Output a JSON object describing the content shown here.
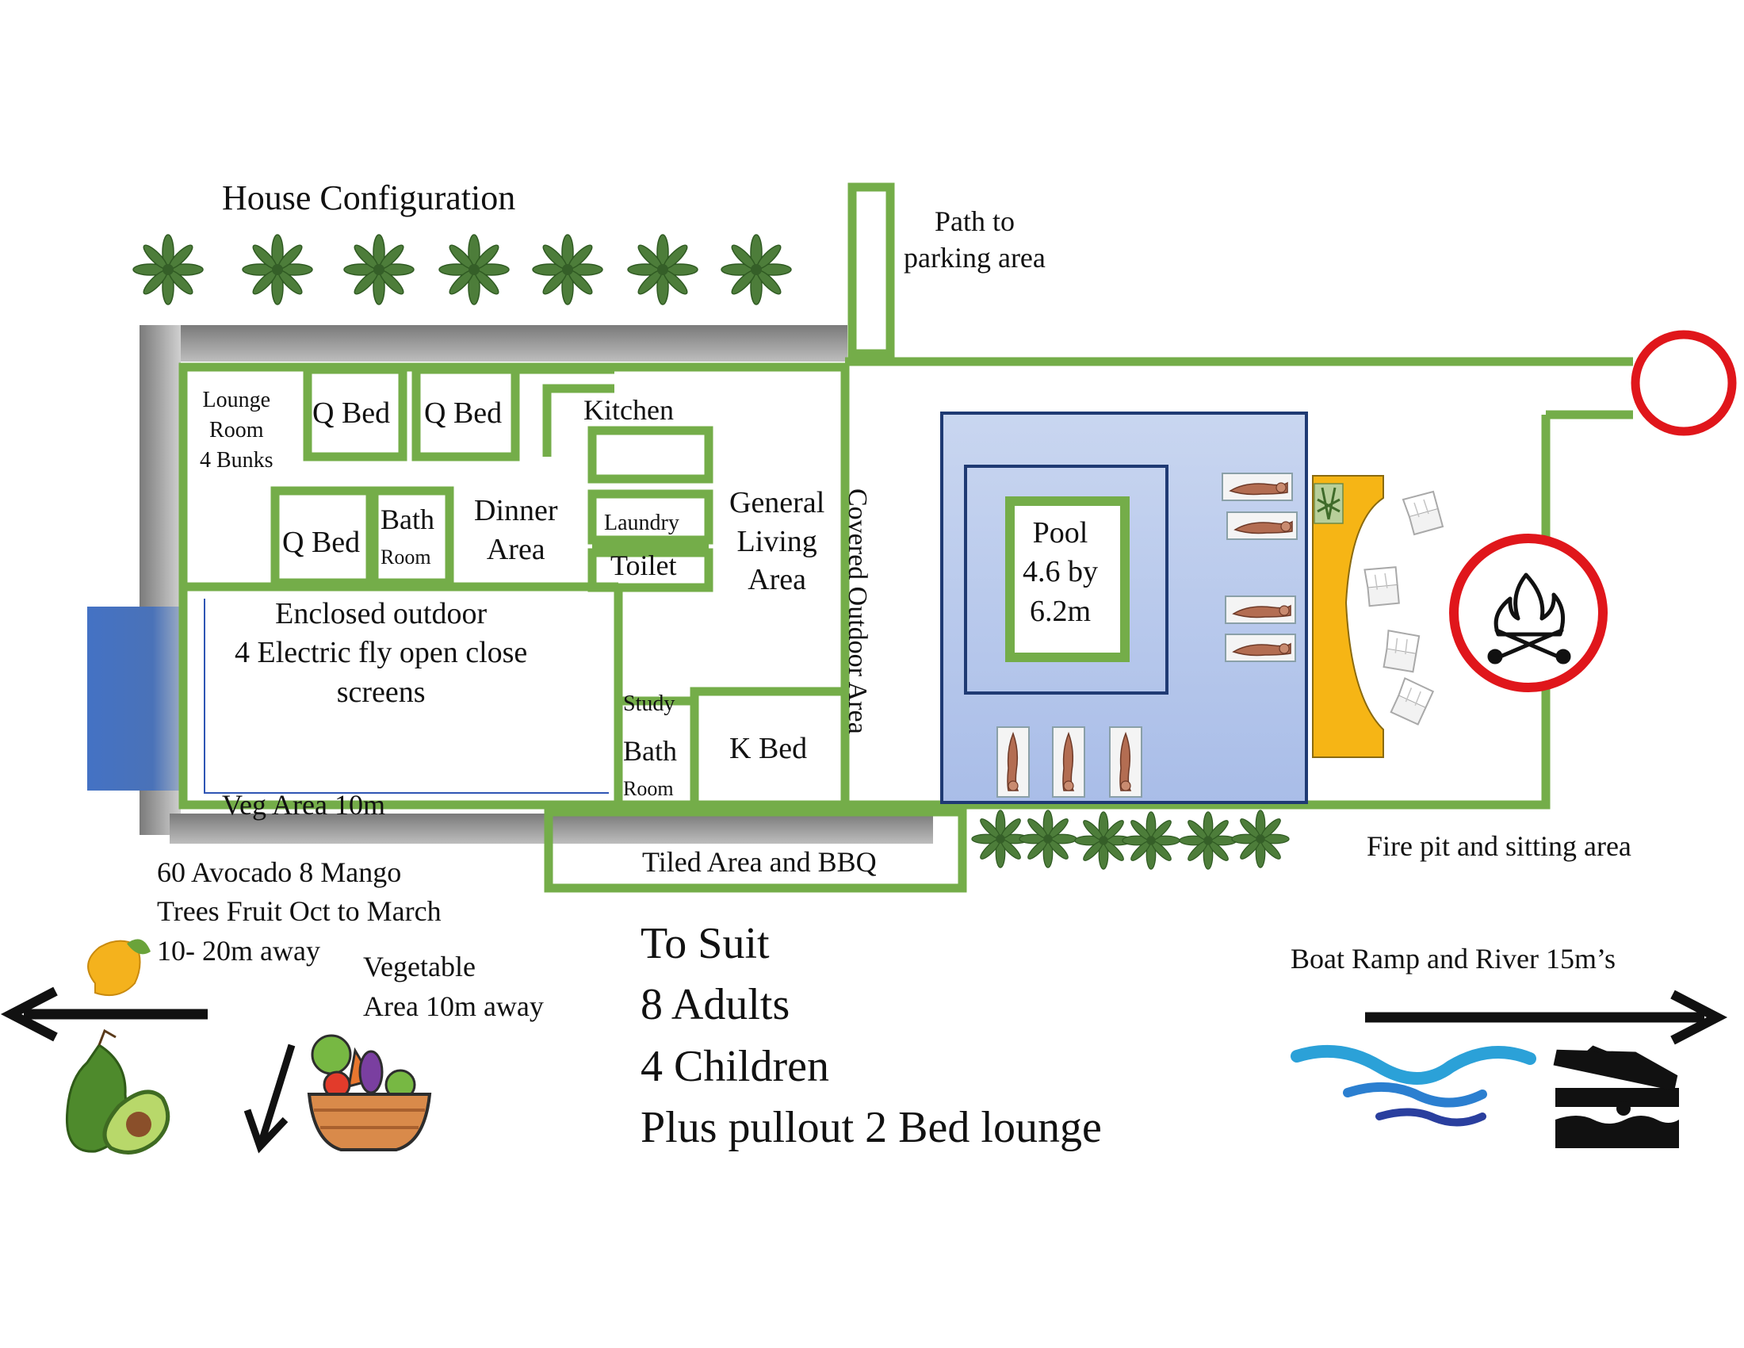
{
  "title": "House Configuration",
  "colors": {
    "wall_green": "#74ad49",
    "wall_gray": "#8c8c8c",
    "pool_blue": "#b9c9ec",
    "pool_border": "#1f3a73",
    "side_blue": "#4472c4",
    "ring_red": "#e0161b",
    "seat_yellow": "#f6b515",
    "tree_green": "#4d7d3a"
  },
  "labels": {
    "path": "Path to\nparking area",
    "lounge_room": "Lounge\nRoom\n4 Bunks",
    "q_bed_1": "Q Bed",
    "q_bed_2": "Q Bed",
    "q_bed_3": "Q Bed",
    "kitchen": "Kitchen",
    "bath_1": "Bath",
    "bath_1_sub": "Room",
    "dinner": "Dinner\nArea",
    "laundry": "Laundry",
    "toilet": "Toilet",
    "general_living": "General\nLiving\nArea",
    "covered_outdoor": "Covered Outdoor Area",
    "pool": "Pool\n4.6 by\n6.2m",
    "enclosed_outdoor": "Enclosed outdoor\n4 Electric fly open close\nscreens",
    "veg_area": "Veg Area 10m",
    "study": "Study",
    "bath_2": "Bath",
    "bath_2_sub": "Room",
    "k_bed": "K Bed",
    "tiled_area": "Tiled Area and BBQ",
    "fire_pit": "Fire pit and sitting area",
    "fruit_trees": "60 Avocado  8 Mango\nTrees Fruit Oct to March\n10- 20m away",
    "vegetable_area": "Vegetable\nArea 10m away",
    "boat_ramp": "Boat Ramp and River 15m’s",
    "to_suit": "To Suit\n8 Adults\n4 Children\nPlus pullout 2 Bed lounge"
  },
  "icons": {
    "trees": "palm-tree-icon",
    "lounger": "sun-lounger-icon",
    "chair": "outdoor-chair-icon",
    "fire": "campfire-icon",
    "mango": "mango-icon",
    "avocado": "avocado-icon",
    "vegetables": "vegetable-basket-icon",
    "river": "river-waves-icon",
    "boat_ramp": "boat-ramp-icon",
    "arrow_left": "arrow-left-icon",
    "arrow_right": "arrow-right-icon",
    "arrow_down": "arrow-down-left-icon"
  }
}
